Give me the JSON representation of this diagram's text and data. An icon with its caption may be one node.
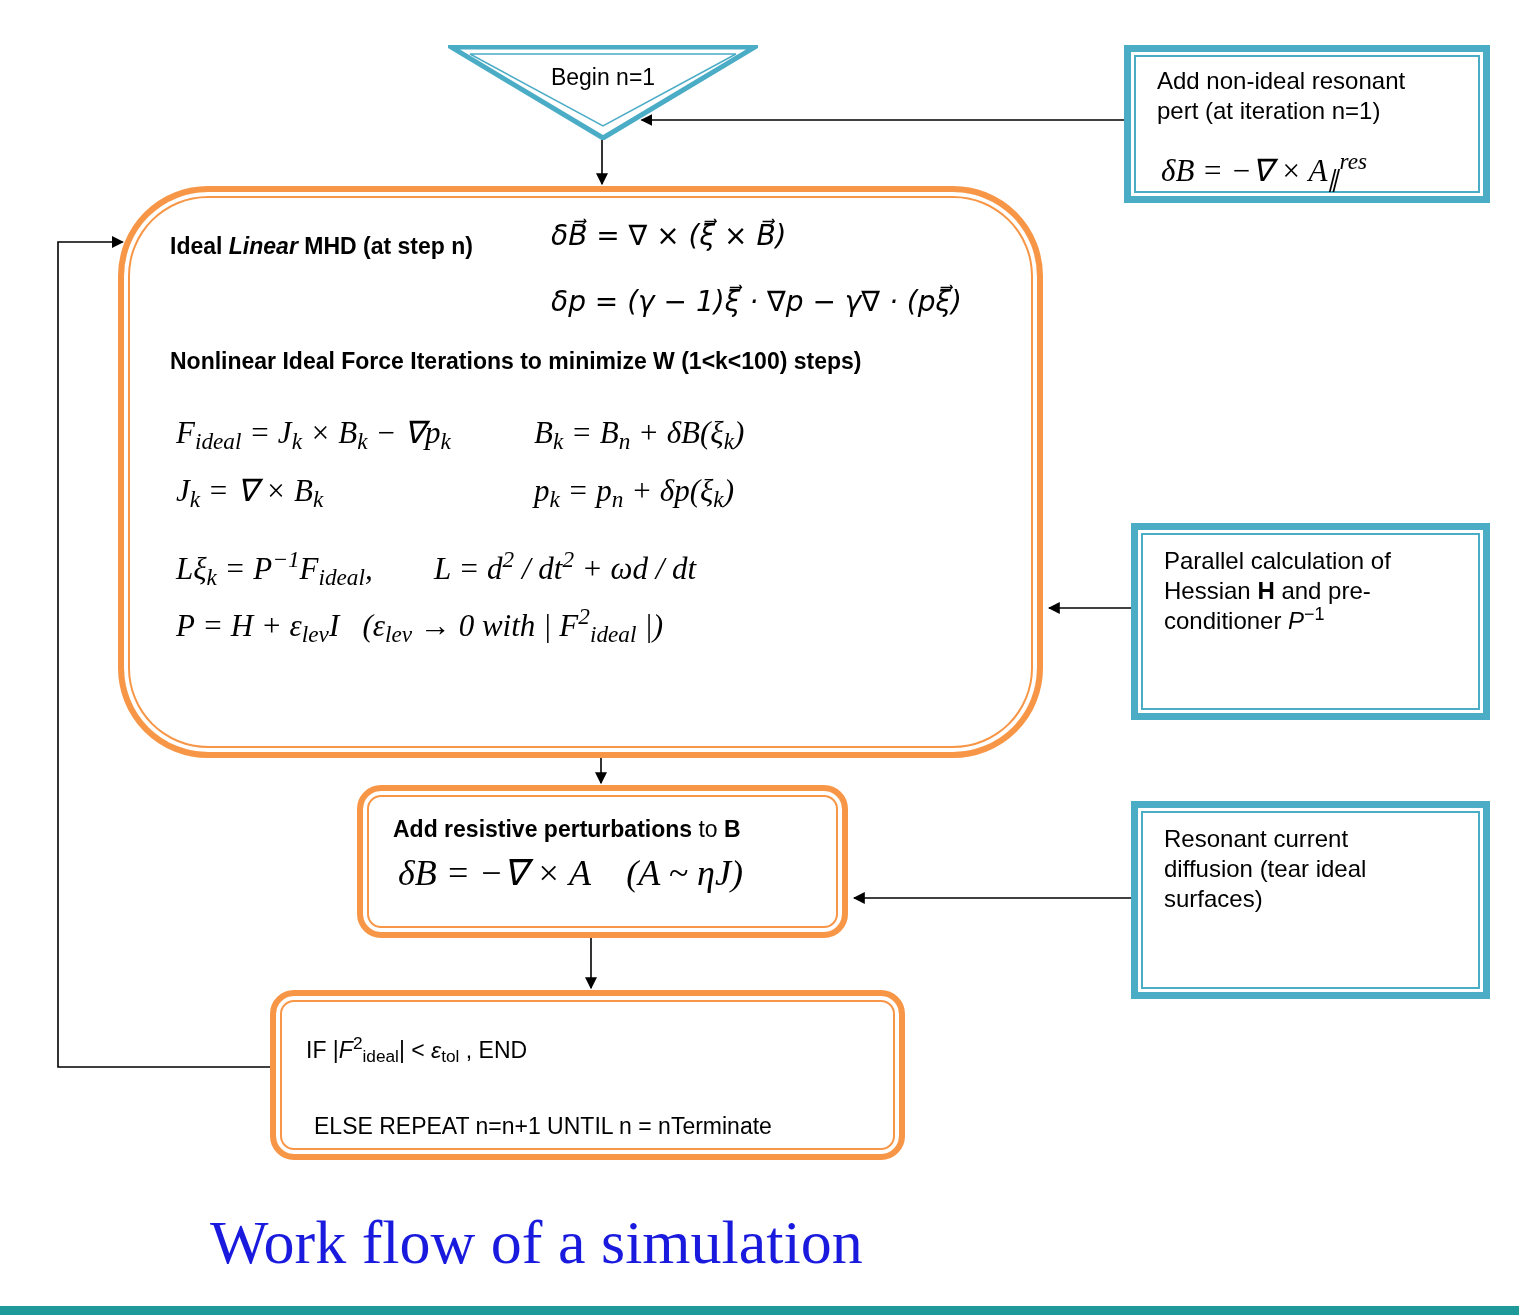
{
  "diagram": {
    "caption": "Work flow of a simulation",
    "nodes": [
      {
        "text": [
          "Begin n=1"
        ]
      },
      {
        "text": [
          "Add non-ideal resonant pert  (at iteration n=1)",
          "δB = −∇ × A$_{∥}$$^{res}$"
        ]
      },
      {
        "text": [
          "Ideal *Linear* MHD (at step n)",
          "δB⃗ = ∇ × (ξ⃗ × B⃗)",
          "δp = (γ − 1)ξ⃗ · ∇p − γ∇ · (pξ⃗)",
          "Nonlinear Ideal Force Iterations to minimize W (1<k<100) steps)",
          "F$_{ideal}$ = J$_{k}$ × B$_{k}$ − ∇p$_{k}$",
          "B$_{k}$ = B$_{n}$ + δB(ξ$_{k}$)",
          "J$_{k}$ = ∇ × B$_{k}$",
          "p$_{k}$ = p$_{n}$ + δp(ξ$_{k}$)",
          "Lξ$_{k}$ = P$^{−1}$F$_{ideal}$,",
          "L = d$^{2}$ / dt$^{2}$ + ωd / dt",
          "P = H + ε$_{lev}$I   (ε$_{lev}$ → 0 with | F$^{2}$$_{ideal}$ |)"
        ]
      },
      {
        "text": [
          "Parallel calculation of Hessian **H** and pre-conditioner *P*$^{−1}$"
        ]
      },
      {
        "text": [
          "**Add resistive perturbations** to **B**",
          "δB = −∇ × A    (A ~ ηJ)"
        ]
      },
      {
        "text": [
          "Resonant current diffusion (tear ideal surfaces)"
        ]
      },
      {
        "text": [
          "IF |*F*$^{2}$$_{ideal}$| < *ε*$_{tol}$ , END",
          "ELSE REPEAT n=n+1 UNTIL n = nTerminate"
        ]
      }
    ],
    "edges": [
      {
        "from": 1,
        "to": 0,
        "arrow": "to"
      },
      {
        "from": 0,
        "to": 2,
        "arrow": "to"
      },
      {
        "from": 3,
        "to": 2,
        "arrow": "to"
      },
      {
        "from": 2,
        "to": 4,
        "arrow": "to"
      },
      {
        "from": 5,
        "to": 4,
        "arrow": "to"
      },
      {
        "from": 4,
        "to": 6,
        "arrow": "to"
      },
      {
        "from": 6,
        "to": 2,
        "arrow": "to"
      }
    ]
  }
}
